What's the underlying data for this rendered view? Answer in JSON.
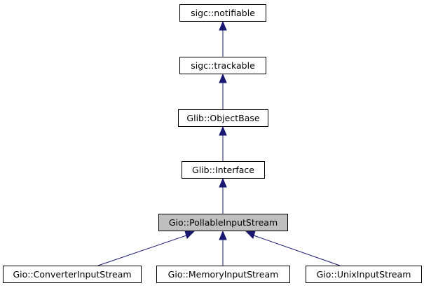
{
  "colors": {
    "edge": "#191970",
    "node_border": "#000000",
    "node_fill": "#ffffff",
    "current_node_fill": "#bfbfbf"
  },
  "nodes": {
    "notifiable": "sigc::notifiable",
    "trackable": "sigc::trackable",
    "objectbase": "Glib::ObjectBase",
    "interface": "Glib::Interface",
    "pollable": "Gio::PollableInputStream",
    "converter": "Gio::ConverterInputStream",
    "memory": "Gio::MemoryInputStream",
    "unix": "Gio::UnixInputStream"
  },
  "edges": [
    {
      "from": "trackable",
      "to": "notifiable"
    },
    {
      "from": "objectbase",
      "to": "trackable"
    },
    {
      "from": "interface",
      "to": "objectbase"
    },
    {
      "from": "pollable",
      "to": "interface"
    },
    {
      "from": "converter",
      "to": "pollable"
    },
    {
      "from": "memory",
      "to": "pollable"
    },
    {
      "from": "unix",
      "to": "pollable"
    }
  ]
}
